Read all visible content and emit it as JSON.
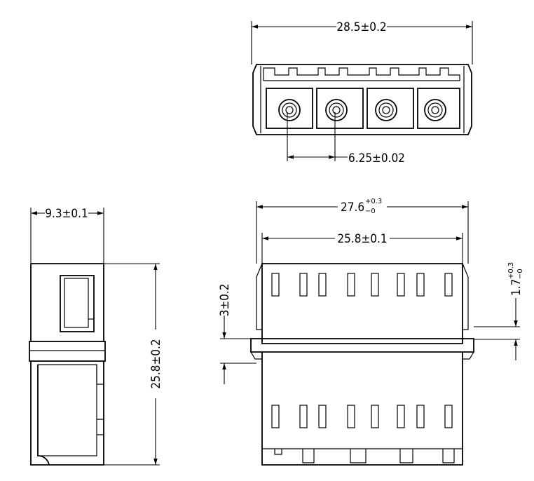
{
  "dimensions": {
    "top_width": "28.5±0.2",
    "pitch": "6.25±0.02",
    "side_width": "9.3±0.1",
    "side_height": "25.8±0.2",
    "front_outer_width_base": "27.6",
    "front_outer_width_tol_upper": "+0.3",
    "front_outer_width_tol_lower": "−0",
    "front_inner_width": "25.8±0.1",
    "flange_height": "3±0.2",
    "flange_thickness_base": "1.7",
    "flange_thickness_tol_upper": "+0.3",
    "flange_thickness_tol_lower": "−0"
  },
  "colors": {
    "line": "#000000",
    "background": "#ffffff"
  }
}
